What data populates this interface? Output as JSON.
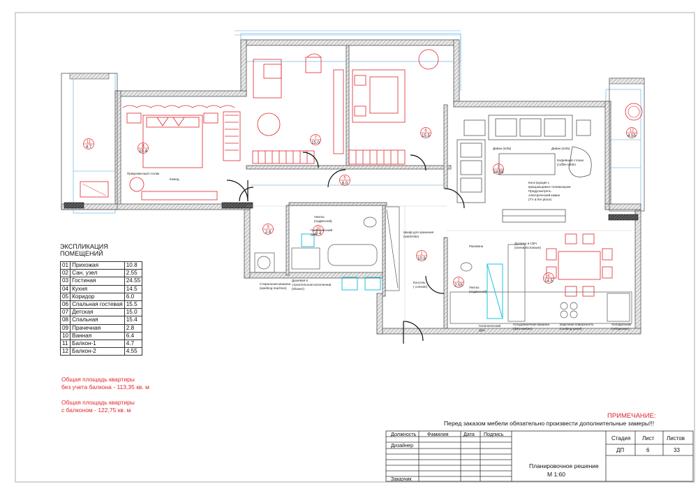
{
  "legend": {
    "title": "ЭКСПЛИКАЦИЯ ПОМЕЩЕНИЙ",
    "rows": [
      {
        "n": "01",
        "name": "Прихожая",
        "area": "10.8"
      },
      {
        "n": "02",
        "name": "Сан. узел",
        "area": "2.55"
      },
      {
        "n": "03",
        "name": "Гостиная",
        "area": "24.55"
      },
      {
        "n": "04",
        "name": "Кухня",
        "area": "14.5"
      },
      {
        "n": "05",
        "name": "Коридор",
        "area": "6.0"
      },
      {
        "n": "06",
        "name": "Спальная гостевая",
        "area": "15.5"
      },
      {
        "n": "07",
        "name": "Детская",
        "area": "15.0"
      },
      {
        "n": "08",
        "name": "Спальная",
        "area": "15.4"
      },
      {
        "n": "09",
        "name": "Прачечная",
        "area": "2.8"
      },
      {
        "n": "10",
        "name": "Ванная",
        "area": "6.4"
      },
      {
        "n": "11",
        "name": "Балкон-1",
        "area": "4.7"
      },
      {
        "n": "12",
        "name": "Балкон-2",
        "area": "4.55"
      }
    ]
  },
  "totals": {
    "without_balcony_l1": "Общая площадь квартиры",
    "without_balcony_l2": "без учета балкона  - 113,35 кв. м",
    "with_balcony_l1": "Общая площадь квартиры",
    "with_balcony_l2": "с балконом  - 122,75 кв. м"
  },
  "note": {
    "heading": "ПРИМЕЧАНИЕ:",
    "text": "Перед заказом мебели обязательно произвести дополнительные замеры!!!"
  },
  "stamp": {
    "col_role": "Должность",
    "col_name": "Фамилия",
    "col_date": "Дата",
    "col_sign": "Подпись",
    "designer": "Дизайнер",
    "customer": "Заказчик",
    "stage_h": "Стадия",
    "sheet_h": "Лист",
    "sheets_h": "Листов",
    "stage": "ДП",
    "sheet": "6",
    "sheets": "33",
    "title_l1": "Планировочное решение",
    "title_l2": "М 1:60"
  },
  "rooms": [
    {
      "id": "11",
      "num": "11",
      "area": "4.7"
    },
    {
      "id": "8",
      "num": "8",
      "area": "15.4"
    },
    {
      "id": "7",
      "num": "7",
      "area": "15.0"
    },
    {
      "id": "6",
      "num": "6",
      "area": "15.5"
    },
    {
      "id": "12",
      "num": "12",
      "area": "4.55"
    },
    {
      "id": "3",
      "num": "3",
      "area": "24.55"
    },
    {
      "id": "5",
      "num": "5",
      "area": "6.0"
    },
    {
      "id": "9",
      "num": "9",
      "area": "2.8"
    },
    {
      "id": "10",
      "num": "10",
      "area": "6.4"
    },
    {
      "id": "1",
      "num": "1",
      "area": "10.8"
    },
    {
      "id": "2",
      "num": "2",
      "area": "2.55"
    },
    {
      "id": "4",
      "num": "4",
      "area": "14.5"
    }
  ],
  "labels": {
    "sofa1": "Диван (sofa)",
    "sofa2": "Диван (sofa)",
    "coffee": "Кофейный столик",
    "coffee_en": "(coffee table)",
    "tv1": "Конструкция с",
    "tv2": "вращающимся телевизором",
    "tv3": "Предусмотреть",
    "tv4": "электрический камин",
    "tv5": "(TV & fire place)",
    "wardrobe": "Шкаф для хранения",
    "wardrobe_en": "(wardrobe)",
    "console": "Консоль",
    "console_en": "( console)",
    "sink": "Раковина",
    "oven1": "Духовка и СВЧ",
    "oven2": "(oven&microwave)",
    "dishwasher": "Посудомоечная машина",
    "dishwasher_en": "(dish washer)",
    "hob": "Варочная поверхность",
    "hob_en": "(cooking panel)",
    "fridge": "Холодильник",
    "fridge_en": "(refrigerator)",
    "hygshower": "Гигиенический",
    "hygshower2": "душ",
    "toilet": "Унитаз",
    "toilet_en": "(подвесной)",
    "hyg2": "Гигиенический",
    "hyg2b": "душ",
    "washing": "Стиральная машина",
    "washing_en": "(washing machine)",
    "shower1": "Душевая в",
    "shower2": "строительном исполнении",
    "shower3": "(shower)",
    "bedside": "Прикроватный столик",
    "dresser": "Комод",
    "toilet2": "Унитаз",
    "toilet2_en": "(подвесной)"
  },
  "colors": {
    "red": "#e0252b",
    "cyan": "#19c3dc",
    "blue": "#4fa8e0",
    "wall": "#5a5a5a",
    "hatch": "#9a9a9a"
  }
}
